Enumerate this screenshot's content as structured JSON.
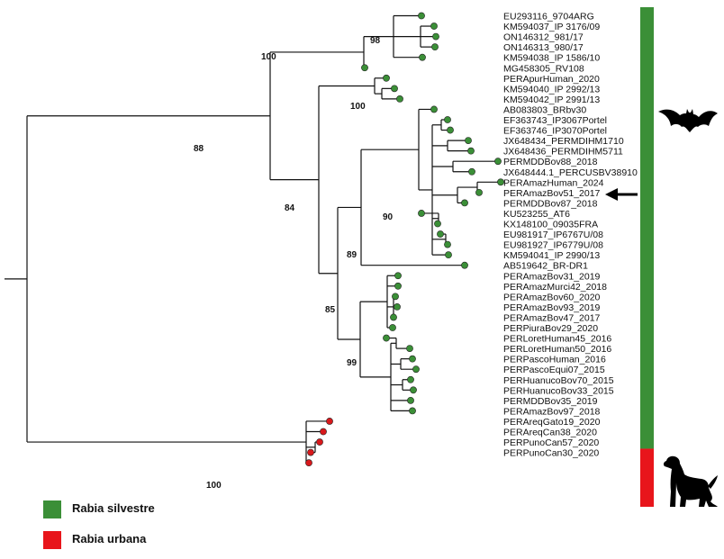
{
  "tips": [
    "EU293116_9704ARG",
    "KM594037_IP 3176/09",
    "ON146312_981/17",
    "ON146313_980/17",
    "KM594038_IP 1586/10",
    "MG458305_RV108",
    "PERApurHuman_2020",
    "KM594040_IP 2992/13",
    "KM594042_IP 2991/13",
    "AB083803_BRbv30",
    "EF363743_IP3067Portel",
    "EF363746_IP3070Portel",
    "JX648434_PERMDIHM1710",
    "JX648436_PERMDIHM5711",
    "PERMDDBov88_2018",
    "JX648444.1_PERCUSBV38910",
    "PERAmazHuman_2024",
    "PERAmazBov51_2017",
    "PERMDDBov87_2018",
    "KU523255_AT6",
    "KX148100_09035FRA",
    "EU981917_IP6767U/08",
    "EU981927_IP6779U/08",
    "KM594041_IP 2990/13",
    "AB519642_BR-DR1",
    "PERAmazBov31_2019",
    "PERAmazMurci42_2018",
    "PERAmazBov60_2020",
    "PERAmazBov93_2019",
    "PERAmazBov47_2017",
    "PERPiuraBov29_2020",
    "PERLoretHuman45_2016",
    "PERLoretHuman50_2016",
    "PERPascoHuman_2016",
    "PERPascoEqui07_2015",
    "PERHuanucoBov70_2015",
    "PERHuanucoBov33_2015",
    "PERMDDBov35_2019",
    "PERAmazBov97_2018",
    "PERAreqGato19_2020",
    "PERAreqCan38_2020",
    "PERPunoCan57_2020",
    "PERPunoCan30_2020",
    "PERPunoCan30_2020"
  ],
  "bootstrap": [
    "100",
    "98",
    "88",
    "100",
    "84",
    "90",
    "89",
    "85",
    "99",
    "100"
  ],
  "highlighted_tip": "PERAmazHuman_2024",
  "legend": [
    {
      "label": "Rabia silvestre",
      "color": "#3b8f37"
    },
    {
      "label": "Rabia urbana",
      "color": "#e8151b"
    }
  ],
  "clade_bar": [
    {
      "group": "silvestre",
      "color": "#3b8f37",
      "tip_count": 38
    },
    {
      "group": "urbana",
      "color": "#e8151b",
      "tip_count": 5
    }
  ],
  "icons": {
    "silvestre": "bat-silhouette-icon",
    "urbana": "dog-silhouette-icon",
    "arrow": "arrow-left-icon"
  },
  "colors": {
    "tip_silvestre": "#3b8f37",
    "tip_urbana": "#d8191c",
    "branch": "#111111"
  }
}
